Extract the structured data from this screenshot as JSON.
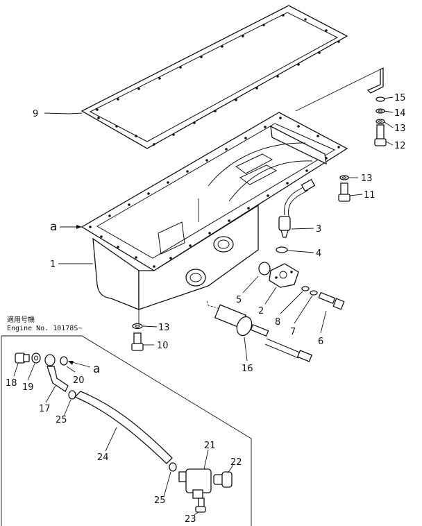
{
  "diagram": {
    "callouts": [
      {
        "id": "9",
        "text": "9"
      },
      {
        "id": "15",
        "text": "15"
      },
      {
        "id": "14",
        "text": "14"
      },
      {
        "id": "13a",
        "text": "13"
      },
      {
        "id": "12",
        "text": "12"
      },
      {
        "id": "13b",
        "text": "13"
      },
      {
        "id": "11",
        "text": "11"
      },
      {
        "id": "3",
        "text": "3"
      },
      {
        "id": "4",
        "text": "4"
      },
      {
        "id": "1",
        "text": "1"
      },
      {
        "id": "5",
        "text": "5"
      },
      {
        "id": "2",
        "text": "2"
      },
      {
        "id": "8",
        "text": "8"
      },
      {
        "id": "7",
        "text": "7"
      },
      {
        "id": "6",
        "text": "6"
      },
      {
        "id": "13c",
        "text": "13"
      },
      {
        "id": "10",
        "text": "10"
      },
      {
        "id": "16",
        "text": "16"
      },
      {
        "id": "18",
        "text": "18"
      },
      {
        "id": "19",
        "text": "19"
      },
      {
        "id": "20",
        "text": "20"
      },
      {
        "id": "17",
        "text": "17"
      },
      {
        "id": "25a",
        "text": "25"
      },
      {
        "id": "24",
        "text": "24"
      },
      {
        "id": "21",
        "text": "21"
      },
      {
        "id": "22",
        "text": "22"
      },
      {
        "id": "25b",
        "text": "25"
      },
      {
        "id": "23",
        "text": "23"
      }
    ],
    "ref_mark_main": "a",
    "ref_mark_inset": "a",
    "inset_note_line1": "適用号機",
    "inset_note_line2": "Engine No. 10178S~"
  }
}
